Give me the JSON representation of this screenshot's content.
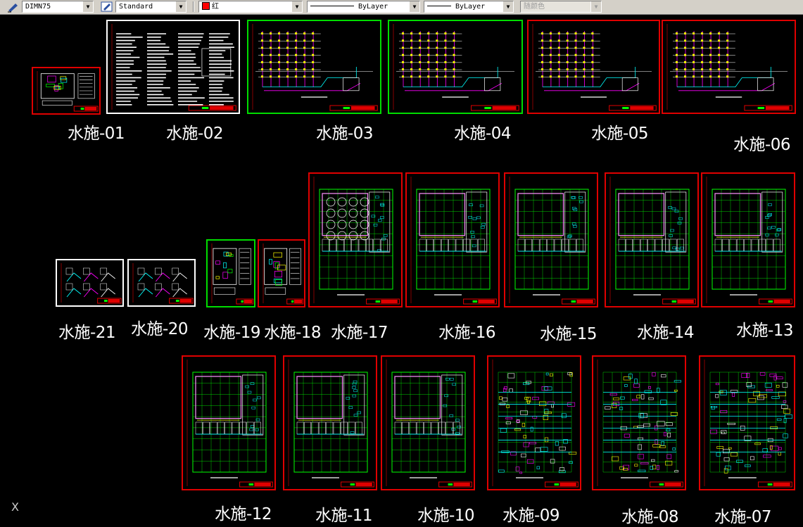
{
  "toolbar": {
    "dimstyle": "DIMN75",
    "textstyle": "Standard",
    "color": "红",
    "linetype": "ByLayer",
    "lineweight": "ByLayer",
    "plotstyle": "随颜色"
  },
  "sheets": [
    {
      "id": "01",
      "label": "水施-01",
      "kind": "detail"
    },
    {
      "id": "02",
      "label": "水施-02",
      "kind": "notes"
    },
    {
      "id": "03",
      "label": "水施-03",
      "kind": "riser"
    },
    {
      "id": "04",
      "label": "水施-04",
      "kind": "riser"
    },
    {
      "id": "05",
      "label": "水施-05",
      "kind": "riser"
    },
    {
      "id": "06",
      "label": "水施-06",
      "kind": "riser"
    },
    {
      "id": "21",
      "label": "水施-21",
      "kind": "iso"
    },
    {
      "id": "20",
      "label": "水施-20",
      "kind": "iso"
    },
    {
      "id": "19",
      "label": "水施-19",
      "kind": "detail"
    },
    {
      "id": "18",
      "label": "水施-18",
      "kind": "detail"
    },
    {
      "id": "17",
      "label": "水施-17",
      "kind": "tanks"
    },
    {
      "id": "16",
      "label": "水施-16",
      "kind": "plan"
    },
    {
      "id": "15",
      "label": "水施-15",
      "kind": "plan"
    },
    {
      "id": "14",
      "label": "水施-14",
      "kind": "plan"
    },
    {
      "id": "13",
      "label": "水施-13",
      "kind": "plan"
    },
    {
      "id": "12",
      "label": "水施-12",
      "kind": "plan"
    },
    {
      "id": "11",
      "label": "水施-11",
      "kind": "plan"
    },
    {
      "id": "10",
      "label": "水施-10",
      "kind": "plan"
    },
    {
      "id": "09",
      "label": "水施-09",
      "kind": "dense"
    },
    {
      "id": "08",
      "label": "水施-08",
      "kind": "dense"
    },
    {
      "id": "07",
      "label": "水施-07",
      "kind": "dense"
    }
  ],
  "status": {
    "cursor_glyph": "X"
  }
}
